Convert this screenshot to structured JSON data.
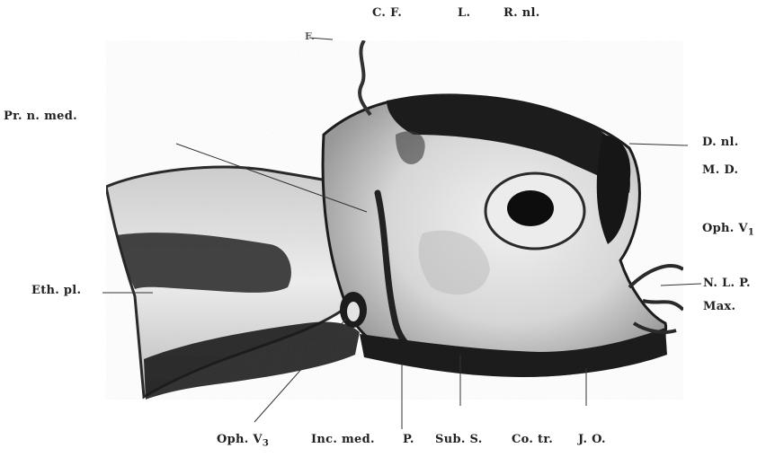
{
  "figure": {
    "description_colors": {
      "dark": "#1e1e1e",
      "mid": "#8a8a8a",
      "light": "#ececec"
    },
    "labels": {
      "cf": "C. F.",
      "l": "L.",
      "rnl": "R. nl.",
      "f": "F.",
      "prnmed": "Pr. n. med.",
      "dnl": "D. nl.",
      "md": "M. D.",
      "ophv1_main": "Oph. V",
      "ophv1_sub": "1",
      "ethpl": "Eth. pl.",
      "nlp": "N. L. P.",
      "max": "Max.",
      "ophv3_main": "Oph. V",
      "ophv3_sub": "3",
      "incmed": "Inc. med.",
      "p": "P.",
      "subs": "Sub. S.",
      "cotr": "Co. tr.",
      "jo": "J. O."
    }
  }
}
